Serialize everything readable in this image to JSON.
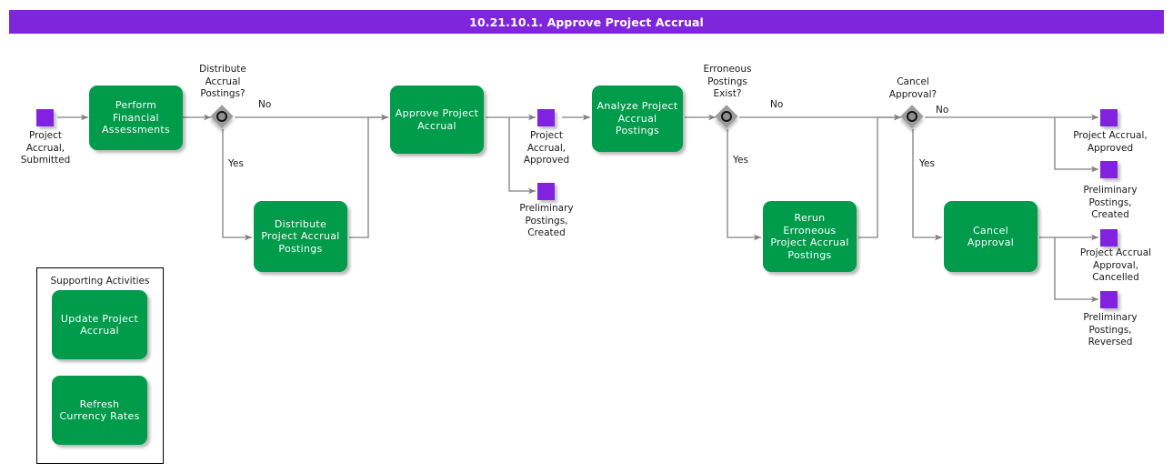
{
  "header": {
    "title": "10.21.10.1. Approve Project Accrual",
    "bar_color": "#7F26DC",
    "text_color": "#FFFFFF"
  },
  "palette": {
    "task_green": "#009B4B",
    "event_purple": "#8022E0",
    "gateway_gray": "#9C9C9C",
    "connector_gray": "#808080",
    "text_dark": "#1A1A1A"
  },
  "diagram": {
    "type": "bpmn-process-flow",
    "start_events": [
      {
        "id": "start-project-accrual-submitted",
        "label": "Project\nAccrual,\nSubmitted"
      }
    ],
    "tasks": [
      {
        "id": "perform-financial-assessments",
        "label": "Perform\nFinancial\nAssessments"
      },
      {
        "id": "distribute-project-accrual-postings",
        "label": "Distribute\nProject Accrual\nPostings"
      },
      {
        "id": "approve-project-accrual",
        "label": "Approve Project\nAccrual"
      },
      {
        "id": "analyze-project-accrual-postings",
        "label": "Analyze Project\nAccrual Postings"
      },
      {
        "id": "rerun-erroneous-project-accrual-postings",
        "label": "Rerun Erroneous\nProject Accrual\nPostings"
      },
      {
        "id": "cancel-approval",
        "label": "Cancel Approval"
      }
    ],
    "gateways": [
      {
        "id": "gw-distribute-accrual-postings",
        "label": "Distribute\nAccrual\nPostings?",
        "branches": [
          "No",
          "Yes"
        ]
      },
      {
        "id": "gw-erroneous-postings-exist",
        "label": "Erroneous\nPostings\nExist?",
        "branches": [
          "No",
          "Yes"
        ]
      },
      {
        "id": "gw-cancel-approval",
        "label": "Cancel\nApproval?",
        "branches": [
          "No",
          "Yes"
        ]
      }
    ],
    "intermediate_events": [
      {
        "id": "evt-project-accrual-approved-mid",
        "label": "Project\nAccrual,\nApproved"
      },
      {
        "id": "evt-preliminary-postings-created-mid",
        "label": "Preliminary\nPostings,\nCreated"
      }
    ],
    "end_events": [
      {
        "id": "end-project-accrual-approved",
        "label": "Project Accrual,\nApproved"
      },
      {
        "id": "end-preliminary-postings-created",
        "label": "Preliminary\nPostings,\nCreated"
      },
      {
        "id": "end-project-accrual-approval-cancelled",
        "label": "Project Accrual\nApproval,\nCancelled"
      },
      {
        "id": "end-preliminary-postings-reversed",
        "label": "Preliminary\nPostings,\nReversed"
      }
    ],
    "flow_labels": {
      "gw1_no": "No",
      "gw1_yes": "Yes",
      "gw2_no": "No",
      "gw2_yes": "Yes",
      "gw3_no": "No",
      "gw3_yes": "Yes"
    },
    "group": {
      "id": "supporting-activities",
      "title": "Supporting Activities",
      "tasks": [
        {
          "id": "update-project-accrual",
          "label": "Update Project\nAccrual"
        },
        {
          "id": "refresh-currency-rates",
          "label": "Refresh\nCurrency Rates"
        }
      ]
    }
  }
}
